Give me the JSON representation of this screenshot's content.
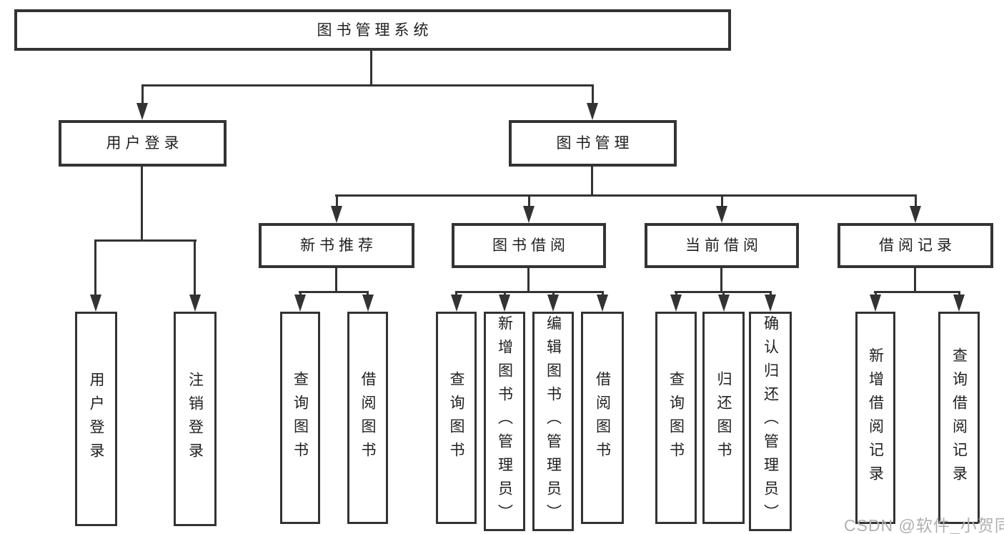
{
  "tree": {
    "root": {
      "label": "图书管理系统"
    },
    "branches": [
      {
        "label": "用户登录",
        "children": [
          {
            "label": "用户登录"
          },
          {
            "label": "注销登录"
          }
        ]
      },
      {
        "label": "图书管理",
        "children": [
          {
            "label": "新书推荐",
            "children": [
              {
                "label": "查询图书"
              },
              {
                "label": "借阅图书"
              }
            ]
          },
          {
            "label": "图书借阅",
            "children": [
              {
                "label": "查询图书"
              },
              {
                "label": "新增图书（管理员）"
              },
              {
                "label": "编辑图书（管理员）"
              },
              {
                "label": "借阅图书"
              }
            ]
          },
          {
            "label": "当前借阅",
            "children": [
              {
                "label": "查询图书"
              },
              {
                "label": "归还图书"
              },
              {
                "label": "确认归还（管理员）"
              }
            ]
          },
          {
            "label": "借阅记录",
            "children": [
              {
                "label": "新增借阅记录"
              },
              {
                "label": "查询借阅记录"
              }
            ]
          }
        ]
      }
    ]
  },
  "watermark": "CSDN @软件_小贺同学",
  "colors": {
    "line": "#333333",
    "text": "#1f1f1f",
    "watermark": "#b0b0b0",
    "background": "#ffffff"
  }
}
